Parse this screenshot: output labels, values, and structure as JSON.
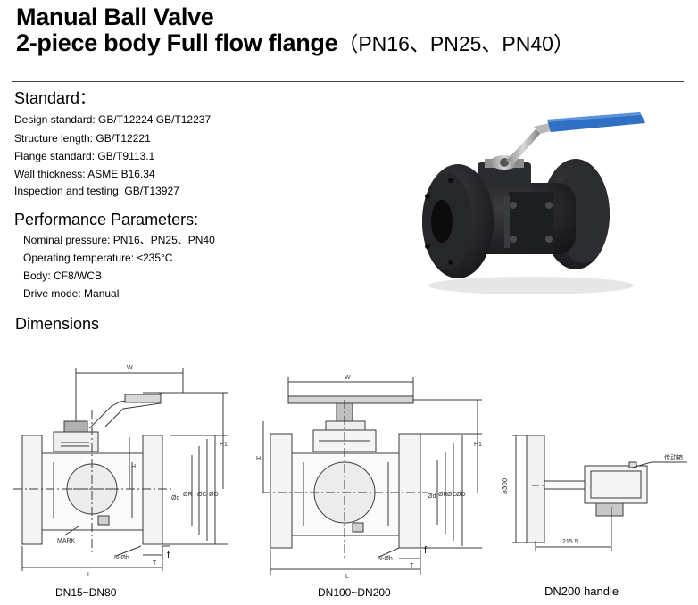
{
  "title": {
    "line1": "Manual Ball Valve",
    "line2": "2-piece body Full flow flange",
    "pressure_suffix": "（PN16、PN25、PN40）"
  },
  "standard": {
    "heading": "Standard：",
    "items": [
      "Design standard: GB/T12224 GB/T12237",
      "Structure length: GB/T12221",
      "Flange standard: GB/T9113.1",
      "Wall thickness: ASME B16.34",
      "Inspection and testing: GB/T13927"
    ]
  },
  "performance": {
    "heading": "Performance Parameters:",
    "items": [
      "Nominal pressure: PN16、PN25、PN40",
      "Operating temperature: ≤235°C",
      "Body: CF8/WCB",
      "Drive mode: Manual"
    ]
  },
  "dimensions": {
    "heading": "Dimensions",
    "captions": [
      "DN15~DN80",
      "DN100~DN200",
      "DN200 handle"
    ],
    "drawing1_labels": {
      "w": "W",
      "h": "H",
      "h1": "H1",
      "d": "Ød",
      "r": "ØR",
      "c": "ØC",
      "o": "ØD",
      "mark": "MARK",
      "bolt": "N-Øh",
      "f": "f",
      "t": "T",
      "l": "L"
    },
    "drawing2_labels": {
      "w": "W",
      "h": "H",
      "h1": "H1",
      "d": "Ød",
      "r": "ØR",
      "c": "ØC",
      "o": "ØD",
      "bolt": "N-Øh",
      "f": "f",
      "t": "T",
      "l": "L"
    },
    "handle_labels": {
      "diameter": "ø300",
      "gearbox": "传动箱",
      "length": "215.5"
    }
  },
  "colors": {
    "handle_blue": "#2f6fc4",
    "valve_body": "#232427",
    "drawing_line": "#3a3a3a"
  }
}
